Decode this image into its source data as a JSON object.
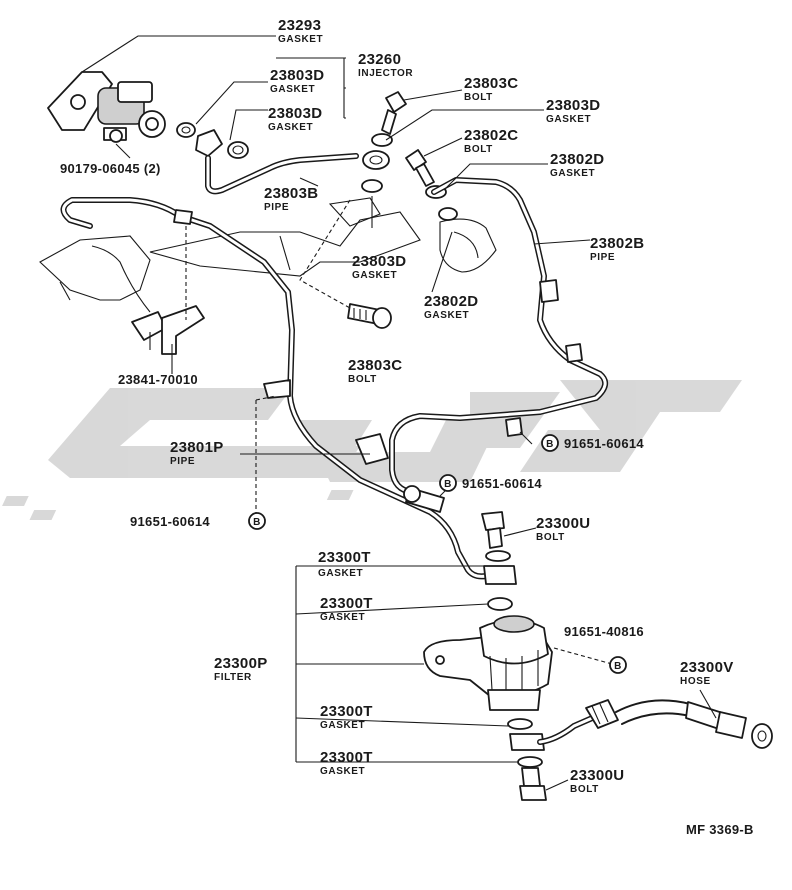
{
  "diagram": {
    "drawing_code": "MF 3369-B",
    "watermark_color": "#b9b9b9",
    "ink_color": "#1a1a1a",
    "parts": [
      {
        "id": "p23293",
        "number": "23293",
        "name": "GASKET"
      },
      {
        "id": "p23260",
        "number": "23260",
        "name": "INJECTOR"
      },
      {
        "id": "p23803d_a",
        "number": "23803D",
        "name": "GASKET"
      },
      {
        "id": "p23803d_b",
        "number": "23803D",
        "name": "GASKET"
      },
      {
        "id": "p23803c_top",
        "number": "23803C",
        "name": "BOLT"
      },
      {
        "id": "p23803d_c",
        "number": "23803D",
        "name": "GASKET"
      },
      {
        "id": "p23802c",
        "number": "23802C",
        "name": "BOLT"
      },
      {
        "id": "p23802d_top",
        "number": "23802D",
        "name": "GASKET"
      },
      {
        "id": "p90179",
        "number": "90179-06045 (2)",
        "name": ""
      },
      {
        "id": "p23803b",
        "number": "23803B",
        "name": "PIPE"
      },
      {
        "id": "p23802b",
        "number": "23802B",
        "name": "PIPE"
      },
      {
        "id": "p23803d_mid",
        "number": "23803D",
        "name": "GASKET"
      },
      {
        "id": "p23802d_mid",
        "number": "23802D",
        "name": "GASKET"
      },
      {
        "id": "p23803c_mid",
        "number": "23803C",
        "name": "BOLT"
      },
      {
        "id": "p23841",
        "number": "23841-70010",
        "name": ""
      },
      {
        "id": "p23801p",
        "number": "23801P",
        "name": "PIPE"
      },
      {
        "id": "p91651_r",
        "number": "91651-60614",
        "name": ""
      },
      {
        "id": "p91651_c",
        "number": "91651-60614",
        "name": ""
      },
      {
        "id": "p91651_l",
        "number": "91651-60614",
        "name": ""
      },
      {
        "id": "p23300u_top",
        "number": "23300U",
        "name": "BOLT"
      },
      {
        "id": "p23300t_1",
        "number": "23300T",
        "name": "GASKET"
      },
      {
        "id": "p23300t_2",
        "number": "23300T",
        "name": "GASKET"
      },
      {
        "id": "p91651_40816",
        "number": "91651-40816",
        "name": ""
      },
      {
        "id": "p23300p",
        "number": "23300P",
        "name": "FILTER"
      },
      {
        "id": "p23300v",
        "number": "23300V",
        "name": "HOSE"
      },
      {
        "id": "p23300t_3",
        "number": "23300T",
        "name": "GASKET"
      },
      {
        "id": "p23300t_4",
        "number": "23300T",
        "name": "GASKET"
      },
      {
        "id": "p23300u_bot",
        "number": "23300U",
        "name": "BOLT"
      }
    ],
    "bolt_marker": "B"
  }
}
